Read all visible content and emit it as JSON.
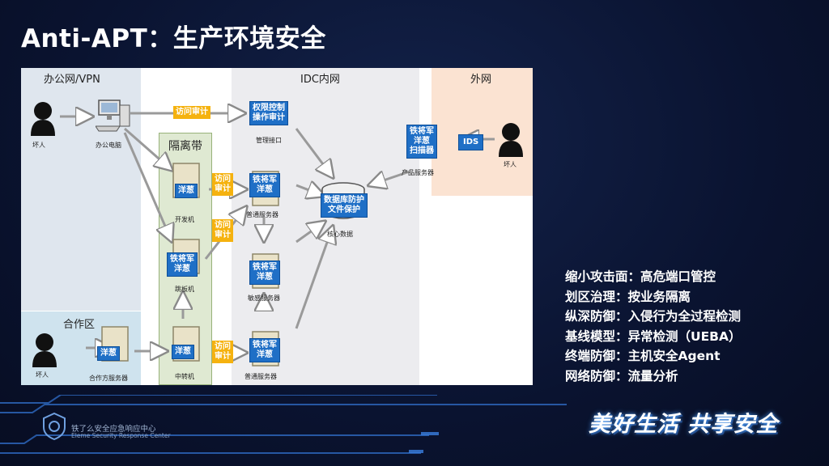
{
  "slide": {
    "title": "Anti-APT：生产环境安全"
  },
  "diagram": {
    "zones": {
      "office": "办公网/VPN",
      "isolation": "隔离带",
      "idc": "IDC内网",
      "external": "外网",
      "partner": "合作区"
    },
    "labels": {
      "badguy1": "坏人",
      "office_pc": "办公电脑",
      "mgmt_iface": "管理接口",
      "dev_machine": "开发机",
      "jump_host": "跳板机",
      "normal_server1": "普通服务器",
      "core_data": "核心数据",
      "sensitive_server": "敏感服务器",
      "normal_server2": "普通服务器",
      "product_server": "产品服务器",
      "badguy2": "坏人",
      "badguy3": "坏人",
      "partner_server": "合作方服务器",
      "relay": "中转机"
    },
    "badges": {
      "access_audit_top": "访问审计",
      "perm_control": "权限控制\n操作审计",
      "yangcong_dev": "洋葱",
      "access_audit_1": "访问\n审计",
      "tjj_normal1": "铁将军\n洋葱",
      "access_audit_2": "访问\n审计",
      "tjj_jump": "铁将军\n洋葱",
      "db_protect": "数据库防护\n文件保护",
      "tjj_sensitive": "铁将军\n洋葱",
      "tjj_scanner": "铁将军\n洋葱\n扫描器",
      "ids": "IDS",
      "yangcong_partner": "洋葱",
      "yangcong_relay": "洋葱",
      "access_audit_3": "访问\n审计",
      "tjj_normal2": "铁将军\n洋葱"
    }
  },
  "bullets": [
    "缩小攻击面：高危端口管控",
    "划区治理：按业务隔离",
    "纵深防御：入侵行为全过程检测",
    "基线模型：异常检测（UEBA）",
    "终端防御：主机安全Agent",
    "网络防御：流量分析"
  ],
  "footer": {
    "org_cn": "铁了么安全应急响应中心",
    "org_en": "Eleme Security Response Center",
    "slogan": "美好生活 共享安全"
  },
  "colors": {
    "background": "#0b1530",
    "badge_blue": "#1f6fc6",
    "badge_yellow": "#f5b20f",
    "office_zone": "#dfe6ee",
    "isolation_zone": "#dfe9d2",
    "idc_zone": "#ececef",
    "external_zone": "#fbe3d2",
    "partner_zone": "#cfe3ee"
  }
}
